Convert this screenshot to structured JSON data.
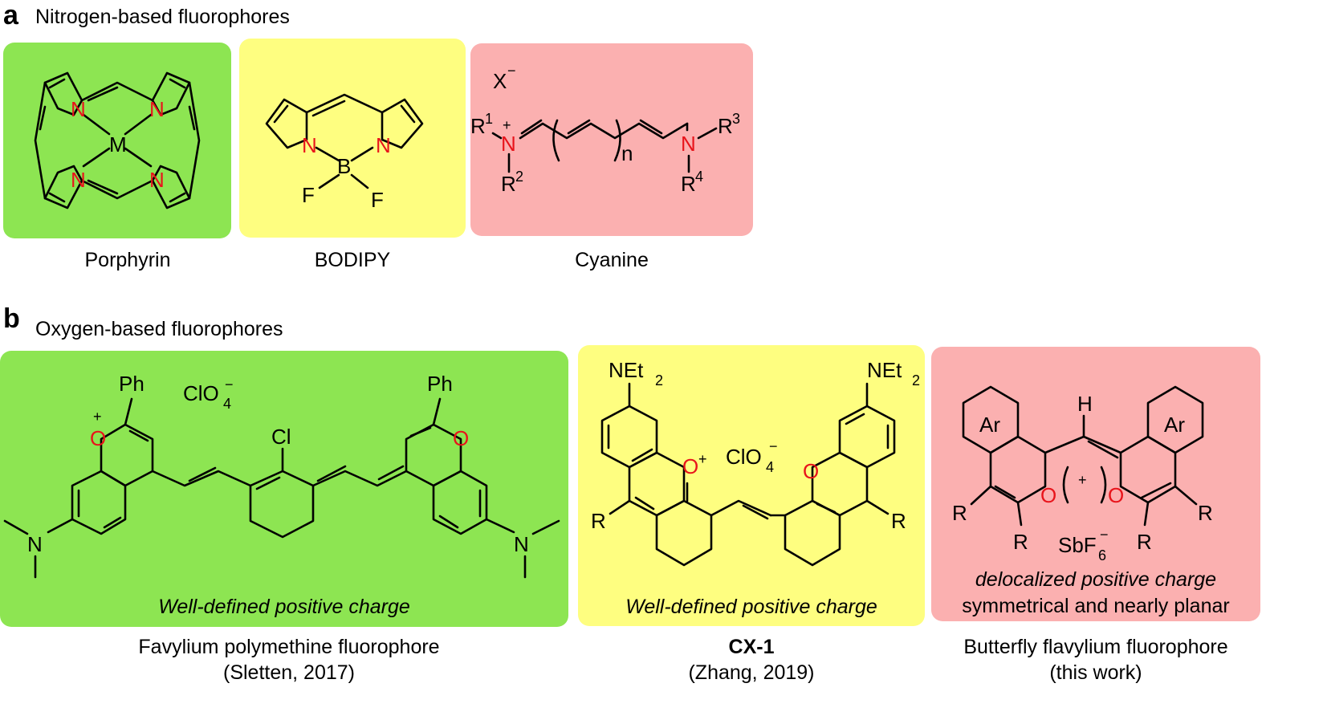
{
  "panel_a": {
    "letter": "a",
    "title": "Nitrogen-based fluorophores",
    "captions": [
      "Porphyrin",
      "BODIPY",
      "Cyanine"
    ]
  },
  "panel_b": {
    "letter": "b",
    "title": "Oxygen-based fluorophores",
    "notes": [
      "Well-defined positive charge",
      "Well-defined positive charge",
      "delocalized positive charge",
      "symmetrical and nearly planar"
    ],
    "captions": [
      {
        "line1": "Favylium polymethine fluorophore",
        "line2": "(Sletten, 2017)"
      },
      {
        "line1": "CX-1",
        "line2": "(Zhang, 2019)"
      },
      {
        "line1": "Butterfly flavylium fluorophore",
        "line2": "(this work)"
      }
    ]
  },
  "atoms": {
    "N": "N",
    "M": "M",
    "B": "B",
    "F": "F",
    "O": "O",
    "H": "H",
    "R": "R",
    "X": "X",
    "R1": "R",
    "R2": "R",
    "R3": "R",
    "R4": "R",
    "n": "n",
    "Ph": "Ph",
    "Cl": "Cl",
    "ClO": "ClO",
    "NEt": "NEt",
    "Ar": "Ar",
    "SbF": "SbF",
    "sub_1": "1",
    "sub_2": "2",
    "sub_3": "3",
    "sub_4": "4",
    "sub_6": "6",
    "plus": "+",
    "minus": "−"
  },
  "colors": {
    "green": "#8de552",
    "yellow": "#fefe80",
    "pink": "#fbb0b0",
    "heteroatom": "#e8141b"
  }
}
